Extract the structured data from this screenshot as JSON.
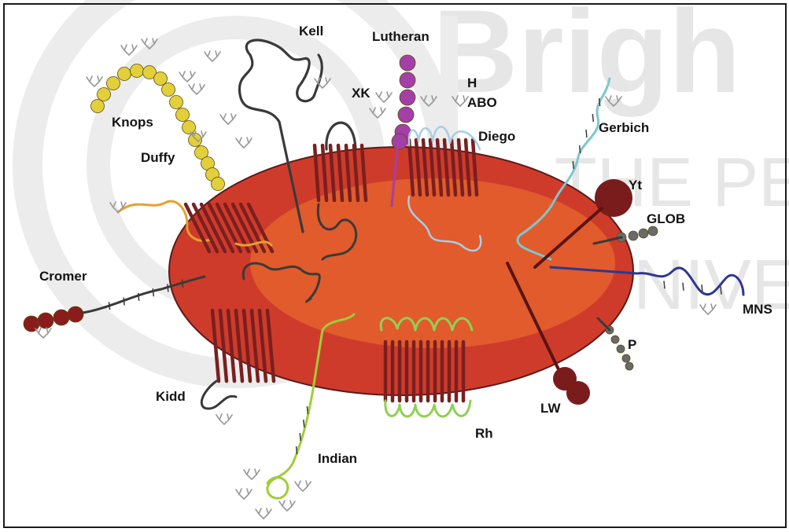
{
  "watermark": {
    "line1": "Brigh",
    "line2": "THE PE",
    "line3": "UNIVE"
  },
  "labels": {
    "kell": "Kell",
    "lutheran": "Lutheran",
    "h": "H",
    "abo": "ABO",
    "xk": "XK",
    "diego": "Diego",
    "knops": "Knops",
    "duffy": "Duffy",
    "gerbich": "Gerbich",
    "yt": "Yt",
    "glob": "GLOB",
    "cromer": "Cromer",
    "mns": "MNS",
    "p": "P",
    "kidd": "Kidd",
    "lw": "LW",
    "rh": "Rh",
    "indian": "Indian"
  },
  "colors": {
    "cell_outer": "#cf3b2b",
    "cell_inner": "#e4622d",
    "helix": "#7a1f1f",
    "knops_duffy": "#e3cf3a",
    "lutheran": "#a43fa8",
    "diego": "#a8cde6",
    "gerbich": "#7cc7cf",
    "mns": "#2d3791",
    "indian": "#9fcd38",
    "rh": "#8fd055",
    "duffy_loop": "#e6a030",
    "dark_protein": "#3a3a3a",
    "glycan": "#9a9a9a"
  }
}
